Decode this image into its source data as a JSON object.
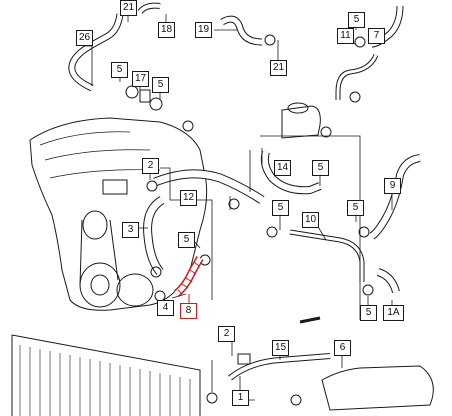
{
  "diagram": {
    "highlight_color": "#d01a1a",
    "line_color": "#1a1a1a",
    "callouts": {
      "c21a": "21",
      "c18": "18",
      "c19": "19",
      "c21b": "21",
      "c26": "26",
      "c5a": "5",
      "c17": "17",
      "c5b": "5",
      "c5c": "5",
      "c11": "11",
      "c7": "7",
      "c2a": "2",
      "c12": "12",
      "c14": "14",
      "c5d": "5",
      "c9": "9",
      "c3": "3",
      "c5e": "5",
      "c5f": "5",
      "c10": "10",
      "c5g": "5",
      "c4": "4",
      "c8": "8",
      "c5h": "5",
      "c1A": "1A",
      "c2b": "2",
      "c15": "15",
      "c6": "6",
      "c1": "1"
    }
  }
}
